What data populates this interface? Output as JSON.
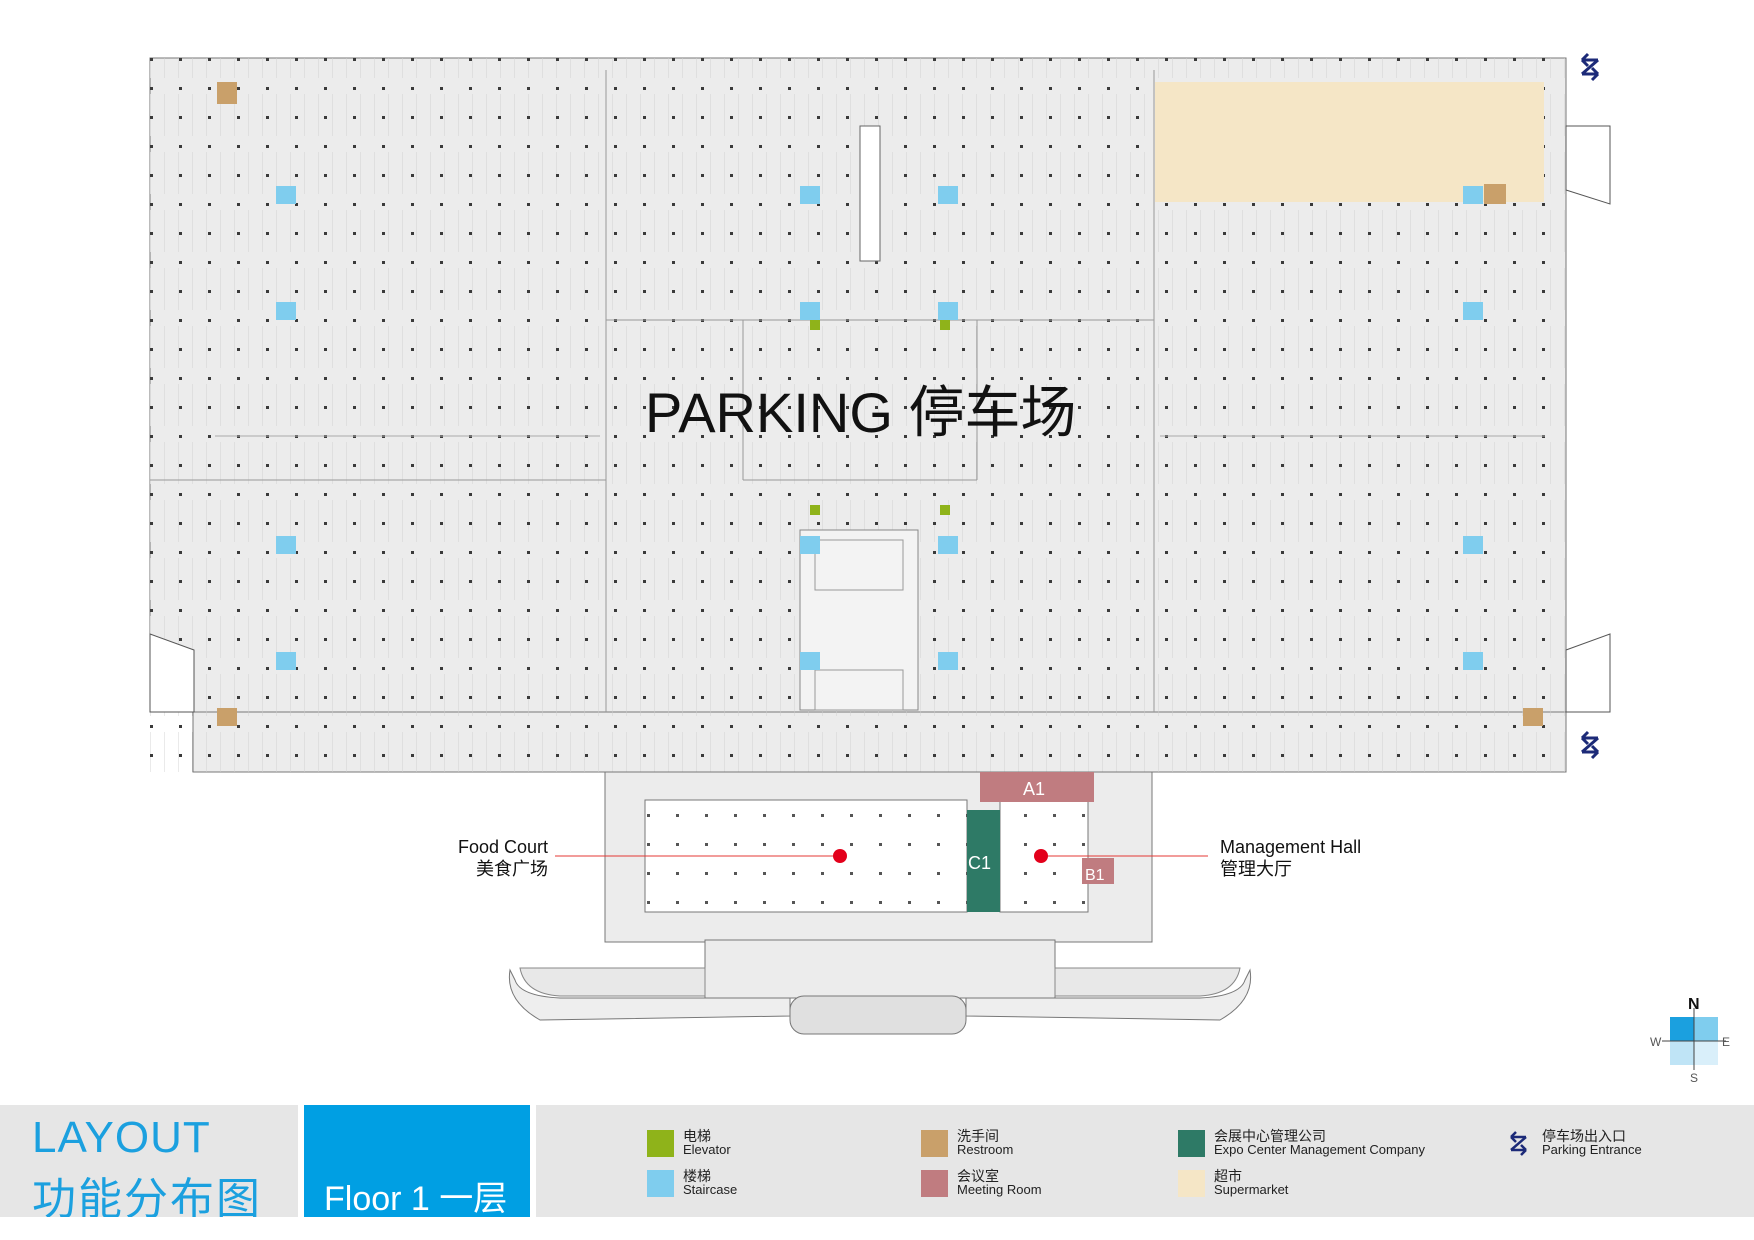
{
  "map": {
    "parking_label": "PARKING 停车场",
    "food_court_en": "Food Court",
    "food_court_zh": "美食广场",
    "management_hall_en": "Management Hall",
    "management_hall_zh": "管理大厅",
    "room_a1": "A1",
    "room_b1": "B1",
    "room_c1": "C1"
  },
  "compass": {
    "n": "N",
    "s": "S",
    "e": "E",
    "w": "W"
  },
  "title": {
    "layout_en": "LAYOUT",
    "layout_zh": "功能分布图",
    "floor": "Floor 1 一层"
  },
  "legend": [
    {
      "zh": "电梯",
      "en": "Elevator",
      "color": "#8fb31a",
      "icon": "elevator-swatch"
    },
    {
      "zh": "楼梯",
      "en": "Staircase",
      "color": "#7fcdee",
      "icon": "staircase-swatch"
    },
    {
      "zh": "洗手间",
      "en": "Restroom",
      "color": "#c9a06a",
      "icon": "restroom-swatch"
    },
    {
      "zh": "会议室",
      "en": "Meeting Room",
      "color": "#c07c80",
      "icon": "meeting-room-swatch"
    },
    {
      "zh": "会展中心管理公司",
      "en": "Expo Center Management Company",
      "color": "#2e7a66",
      "icon": "management-company-swatch"
    },
    {
      "zh": "超市",
      "en": "Supermarket",
      "color": "#f5e6c6",
      "icon": "supermarket-swatch"
    },
    {
      "zh": "停车场出入口",
      "en": "Parking Entrance",
      "color": "#1c2a78",
      "icon": "parking-entrance-icon"
    }
  ]
}
